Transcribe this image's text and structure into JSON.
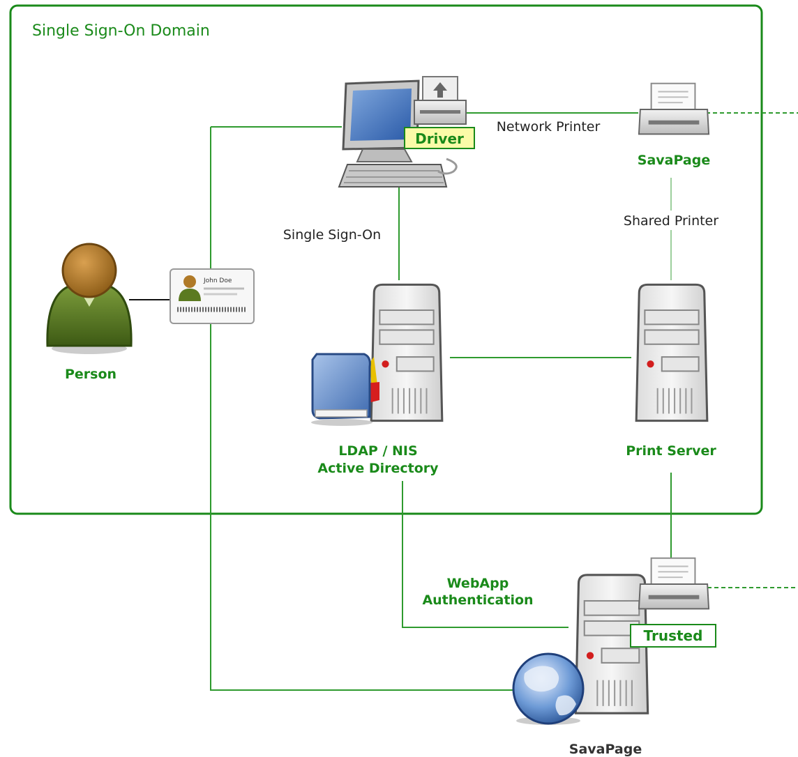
{
  "domain_box": {
    "title": "Single Sign-On Domain"
  },
  "nodes": {
    "workstation": {
      "badge": "Driver"
    },
    "savapage_printer": {
      "label": "SavaPage"
    },
    "person": {
      "label": "Person"
    },
    "id_card": {
      "name": "John Doe"
    },
    "ldap": {
      "line1": "LDAP / NIS",
      "line2": "Active Directory"
    },
    "print_server": {
      "label": "Print Server"
    },
    "savapage_server": {
      "label": "SavaPage",
      "badge": "Trusted"
    }
  },
  "edges": {
    "network_printer": "Network Printer",
    "shared_printer": "Shared Printer",
    "single_sign_on": "Single Sign-On",
    "webapp_auth_line1": "WebApp",
    "webapp_auth_line2": "Authentication"
  },
  "colors": {
    "frame": "#1a8a1a",
    "connector": "#2e9a2e",
    "badge_fill_driver": "#fbfba8",
    "badge_fill_trusted": "#ffffff"
  }
}
